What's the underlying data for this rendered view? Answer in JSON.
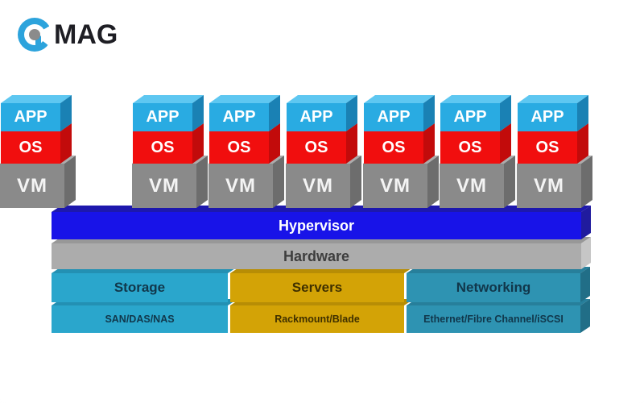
{
  "logo": {
    "text": "MAG"
  },
  "stacks": {
    "count": 7,
    "layers": {
      "app": "APP",
      "os": "OS",
      "vm": "VM"
    }
  },
  "bars": {
    "hypervisor": "Hypervisor",
    "hardware": "Hardware"
  },
  "sections": {
    "storage": {
      "label": "Storage",
      "sub": "SAN/DAS/NAS"
    },
    "servers": {
      "label": "Servers",
      "sub": "Rackmount/Blade"
    },
    "networking": {
      "label": "Networking",
      "sub": "Ethernet/Fibre Channel/iSCSI"
    }
  },
  "colors": {
    "app": "#29abe2",
    "os": "#f10e0e",
    "vm": "#8a8a8a",
    "hypervisor": "#1813e8",
    "hardware": "#acacac",
    "storage": "#2aa6cc",
    "servers": "#d3a306",
    "networking": "#2e93b2",
    "logo_mark": "#2ca3dc",
    "logo_dot": "#8b8b8b"
  }
}
